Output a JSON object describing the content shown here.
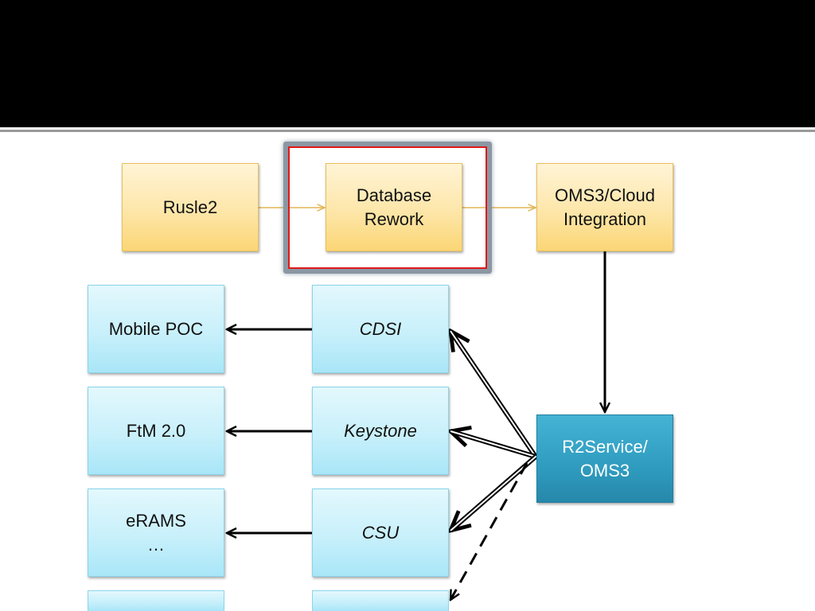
{
  "top_row": [
    {
      "id": "rusle2",
      "label": "Rusle2"
    },
    {
      "id": "database-rework",
      "label": "Database\nRework"
    },
    {
      "id": "oms3-cloud",
      "label": "OMS3/Cloud\nIntegration"
    }
  ],
  "hub": {
    "label": "R2Service/\nOMS3"
  },
  "middle_column": [
    {
      "id": "cdsi",
      "label": "CDSI"
    },
    {
      "id": "keystone",
      "label": "Keystone"
    },
    {
      "id": "csu",
      "label": "CSU"
    },
    {
      "id": "bottom-partial",
      "label": ""
    }
  ],
  "left_column": [
    {
      "id": "mobile-poc",
      "label": "Mobile POC"
    },
    {
      "id": "ftm",
      "label": "FtM 2.0"
    },
    {
      "id": "erams",
      "label": "eRAMS\n…"
    },
    {
      "id": "bottom-partial",
      "label": ""
    }
  ],
  "colors": {
    "title_bar": "#000000",
    "yellow_box": "#fde6a9",
    "blue_box": "#c8f0fb",
    "hub_box": "#2f9cbf",
    "highlight_red": "#e01818",
    "highlight_glow": "#8b97a3",
    "arrow_black": "#000000",
    "arrow_gold": "#e2b552"
  }
}
